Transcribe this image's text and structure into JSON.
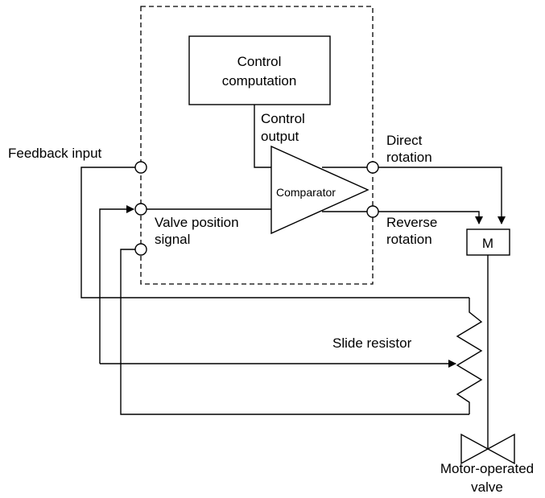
{
  "labels": {
    "control_computation_line1": "Control",
    "control_computation_line2": "computation",
    "control_output_line1": "Control",
    "control_output_line2": "output",
    "comparator": "Comparator",
    "feedback_input": "Feedback input",
    "valve_position_line1": "Valve position",
    "valve_position_line2": "signal",
    "direct_rotation_line1": "Direct",
    "direct_rotation_line2": "rotation",
    "reverse_rotation_line1": "Reverse",
    "reverse_rotation_line2": "rotation",
    "motor": "M",
    "slide_resistor": "Slide resistor",
    "motor_valve_line1": "Motor-operated",
    "motor_valve_line2": "valve"
  }
}
